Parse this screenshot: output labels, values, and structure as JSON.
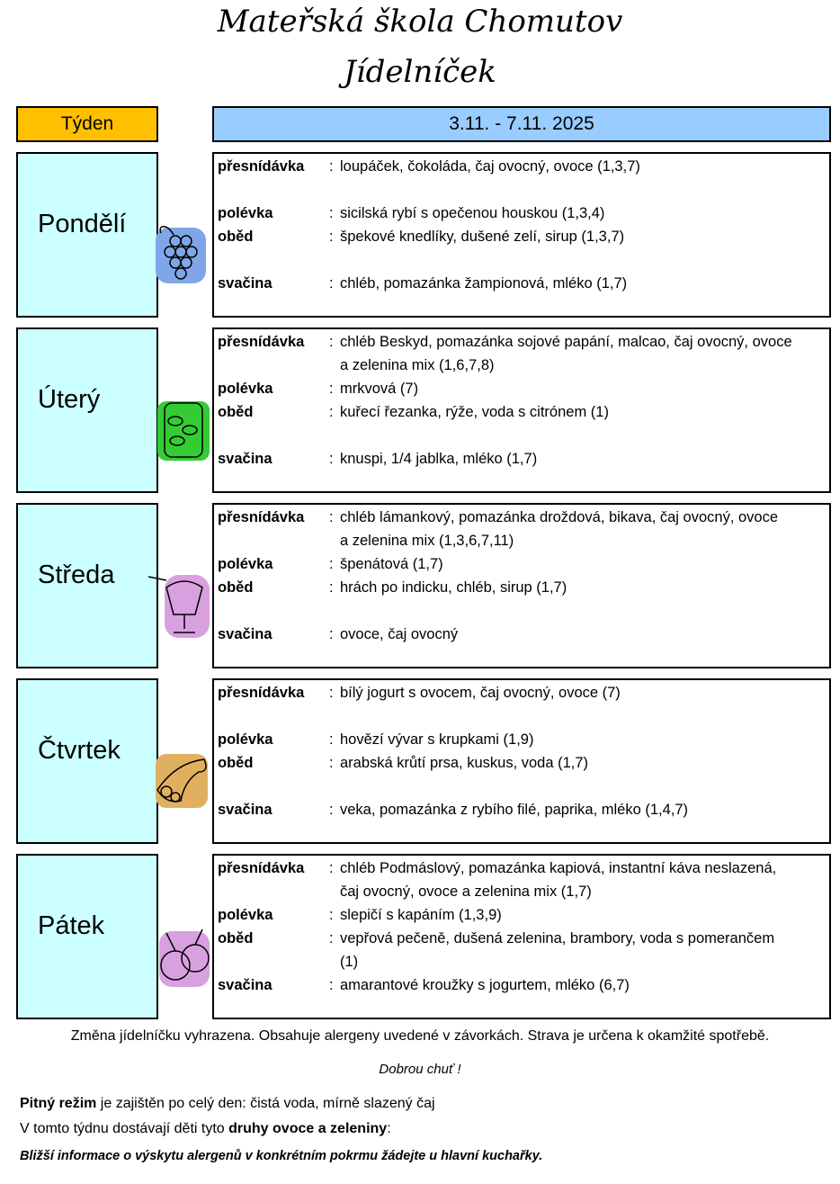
{
  "header": {
    "school": "Mateřská škola Chomutov",
    "title": "Jídelníček"
  },
  "week": {
    "label": "Týden",
    "dates": "3.11. - 7.11. 2025"
  },
  "labels": {
    "snack1": "přesnídávka",
    "soup": "polévka",
    "lunch": "oběd",
    "snack2": "svačina",
    "colon": ":"
  },
  "days": [
    {
      "name": "Pondělí",
      "icon": "grapes-icon",
      "snack1": [
        "loupáček, čokoláda, čaj ovocný, ovoce (1,3,7)",
        ""
      ],
      "soup": "sicilská rybí s opečenou houskou (1,3,4)",
      "lunch": [
        "špekové knedlíky, dušené zelí, sirup (1,3,7)",
        ""
      ],
      "snack2": "chléb, pomazánka žampionová, mléko (1,7)"
    },
    {
      "name": "Úterý",
      "icon": "jar-icon",
      "snack1": [
        "chléb Beskyd, pomazánka sojové papání, malcao, čaj ovocný, ovoce",
        "a zelenina mix (1,6,7,8)"
      ],
      "soup": "mrkvová (7)",
      "lunch": [
        "kuřecí řezanka, rýže, voda s citrónem (1)",
        ""
      ],
      "snack2": "knuspi, 1/4 jablka, mléko (1,7)"
    },
    {
      "name": "Středa",
      "icon": "sundae-icon",
      "snack1": [
        "chléb lámankový, pomazánka droždová, bikava, čaj ovocný, ovoce",
        "a zelenina mix (1,3,6,7,11)"
      ],
      "soup": "špenátová (1,7)",
      "lunch": [
        "hrách po indicku, chléb, sirup (1,7)",
        ""
      ],
      "snack2": "ovoce, čaj ovocný"
    },
    {
      "name": "Čtvrtek",
      "icon": "cornucopia-icon",
      "snack1": [
        "bílý jogurt s ovocem, čaj ovocný, ovoce (7)",
        ""
      ],
      "soup": "hovězí vývar s krupkami (1,9)",
      "lunch": [
        "arabská krůtí prsa, kuskus, voda (1,7)",
        ""
      ],
      "snack2": "veka, pomazánka z rybího filé, paprika, mléko (1,4,7)"
    },
    {
      "name": "Pátek",
      "icon": "apples-icon",
      "snack1": [
        "chléb Podmáslový, pomazánka kapiová, instantní káva neslazená,",
        "čaj ovocný, ovoce a zelenina mix (1,7)"
      ],
      "soup": "slepičí s kapáním (1,3,9)",
      "lunch": [
        "vepřová pečeně, dušená zelenina, brambory, voda s pomerančem",
        "(1)"
      ],
      "snack2": "amarantové kroužky s jogurtem, mléko (6,7)"
    }
  ],
  "footer": {
    "notice": "Změna jídelníčku vyhrazena. Obsahuje alergeny uvedené v závorkách. Strava je určena k okamžité spotřebě.",
    "wish": "Dobrou chuť !",
    "drink_bold": "Pitný režim",
    "drink_rest": " je zajištěn po celý den: čistá voda, mírně slazený čaj",
    "fruit_pre": "V tomto týdnu dostávají děti tyto ",
    "fruit_bold": "druhy ovoce a zeleniny",
    "fruit_post": ":",
    "info": "Bližší informace o výskytu alergenů v konkrétním pokrmu žádejte u hlavní kuchařky."
  }
}
